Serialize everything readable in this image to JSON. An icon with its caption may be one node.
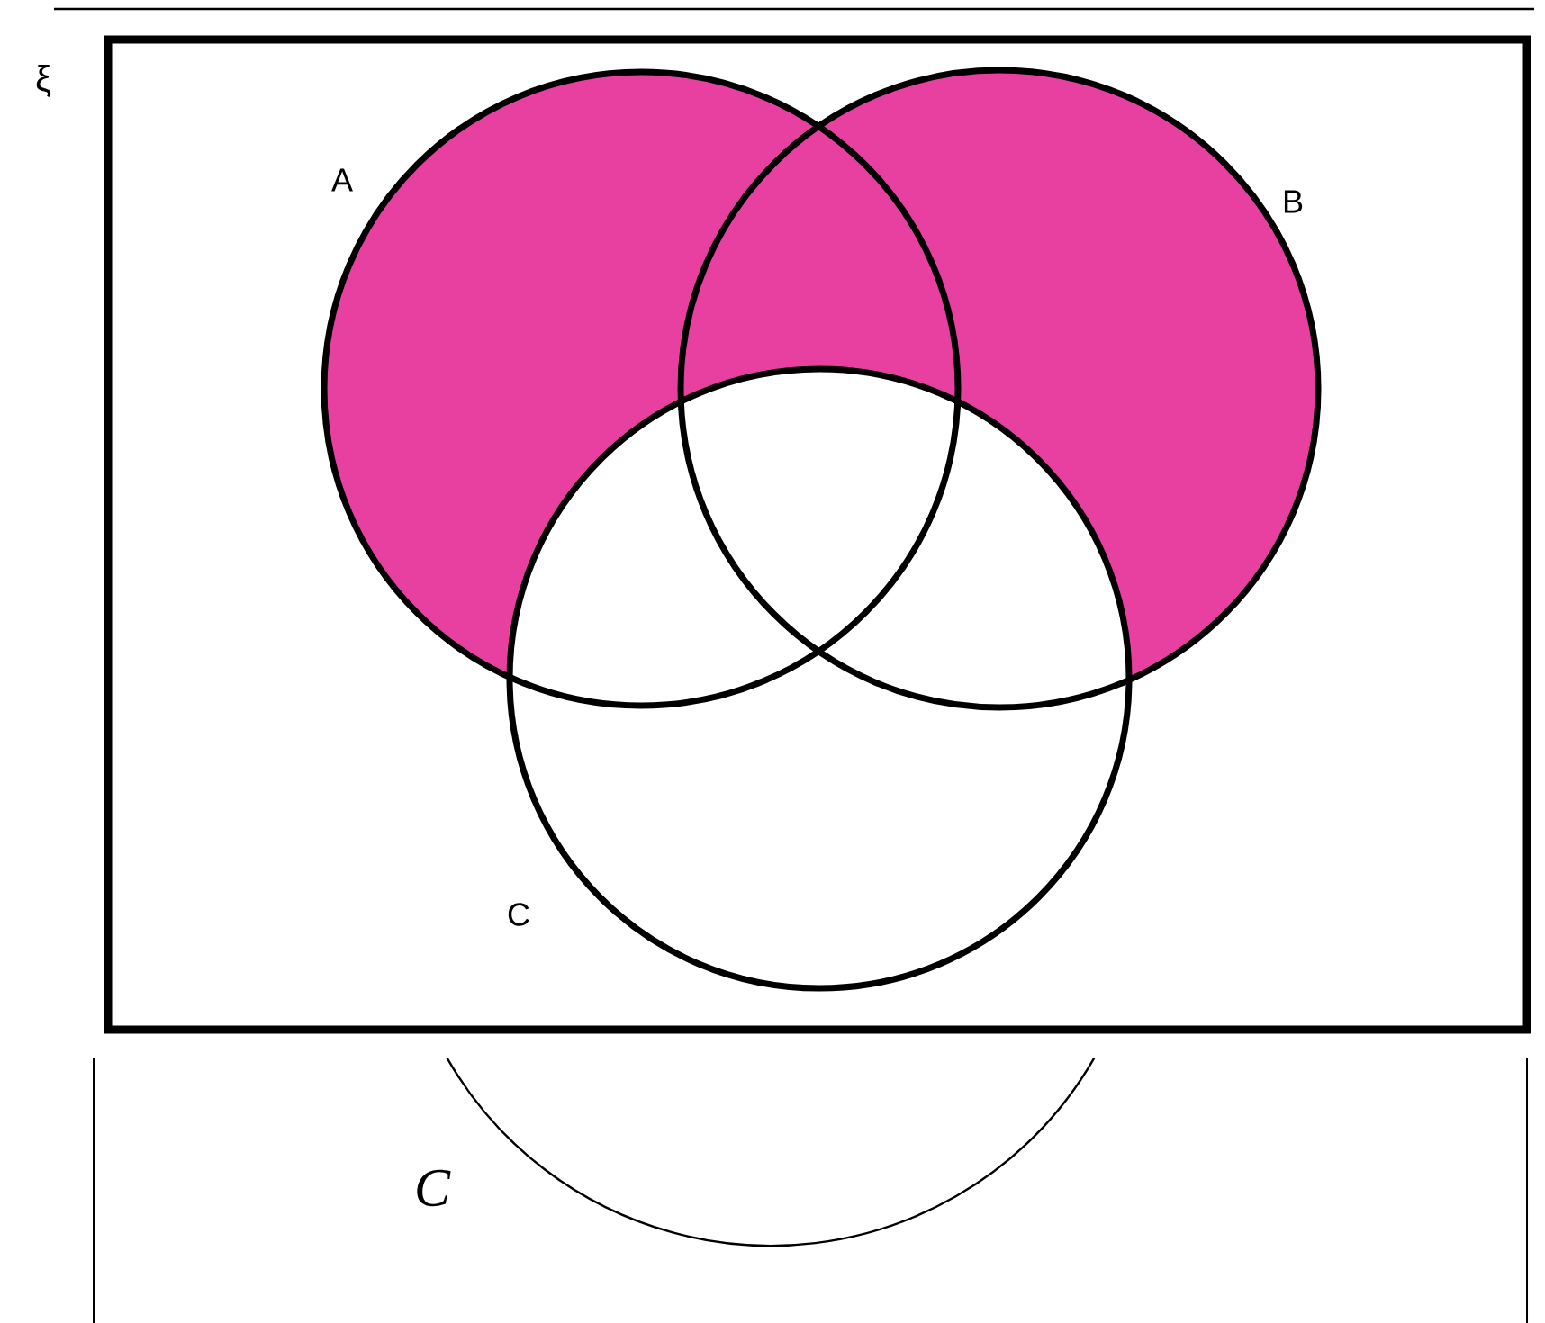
{
  "diagram": {
    "nodes": [
      {
        "text": [
          "ξ"
        ]
      },
      {
        "text": [
          "A"
        ],
        "in": 0
      },
      {
        "text": [
          "B"
        ],
        "in": 0
      },
      {
        "text": [
          "C"
        ],
        "in": 0
      }
    ],
    "labels": [
      "C"
    ]
  }
}
